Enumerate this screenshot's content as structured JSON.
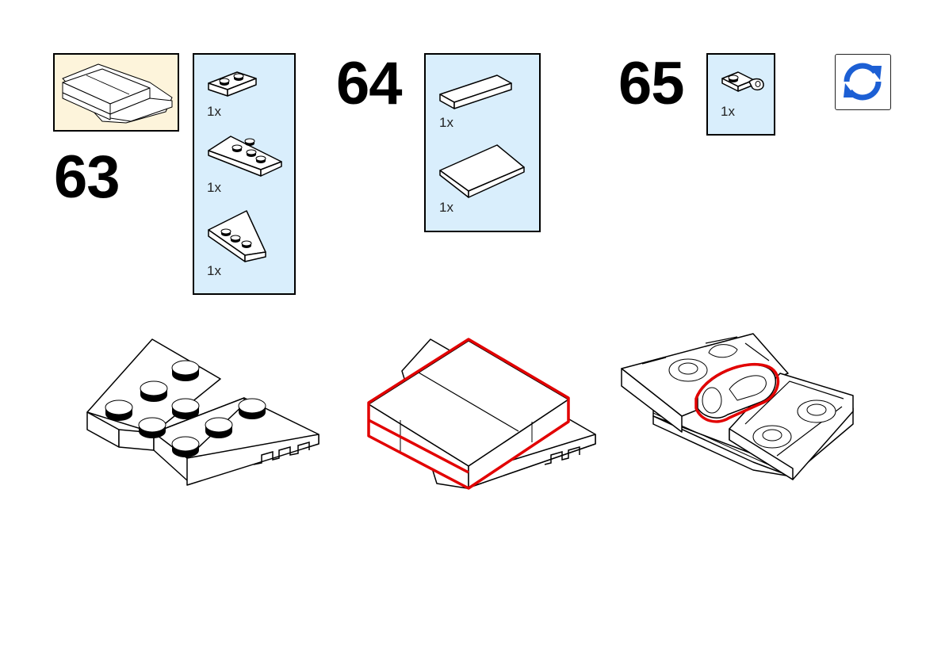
{
  "steps": [
    {
      "number": "63",
      "parts": [
        {
          "qty": "1x"
        },
        {
          "qty": "1x"
        },
        {
          "qty": "1x"
        }
      ]
    },
    {
      "number": "64",
      "parts": [
        {
          "qty": "1x"
        },
        {
          "qty": "1x"
        }
      ]
    },
    {
      "number": "65",
      "parts": [
        {
          "qty": "1x"
        }
      ]
    }
  ],
  "controls": {
    "rotate_icon": "rotate-arrows-icon"
  },
  "colors": {
    "parts_callout": "#d9eefc",
    "preview_callout": "#fdf4db",
    "highlight": "#e20000",
    "rotate_icon": "#1c5fd4"
  }
}
